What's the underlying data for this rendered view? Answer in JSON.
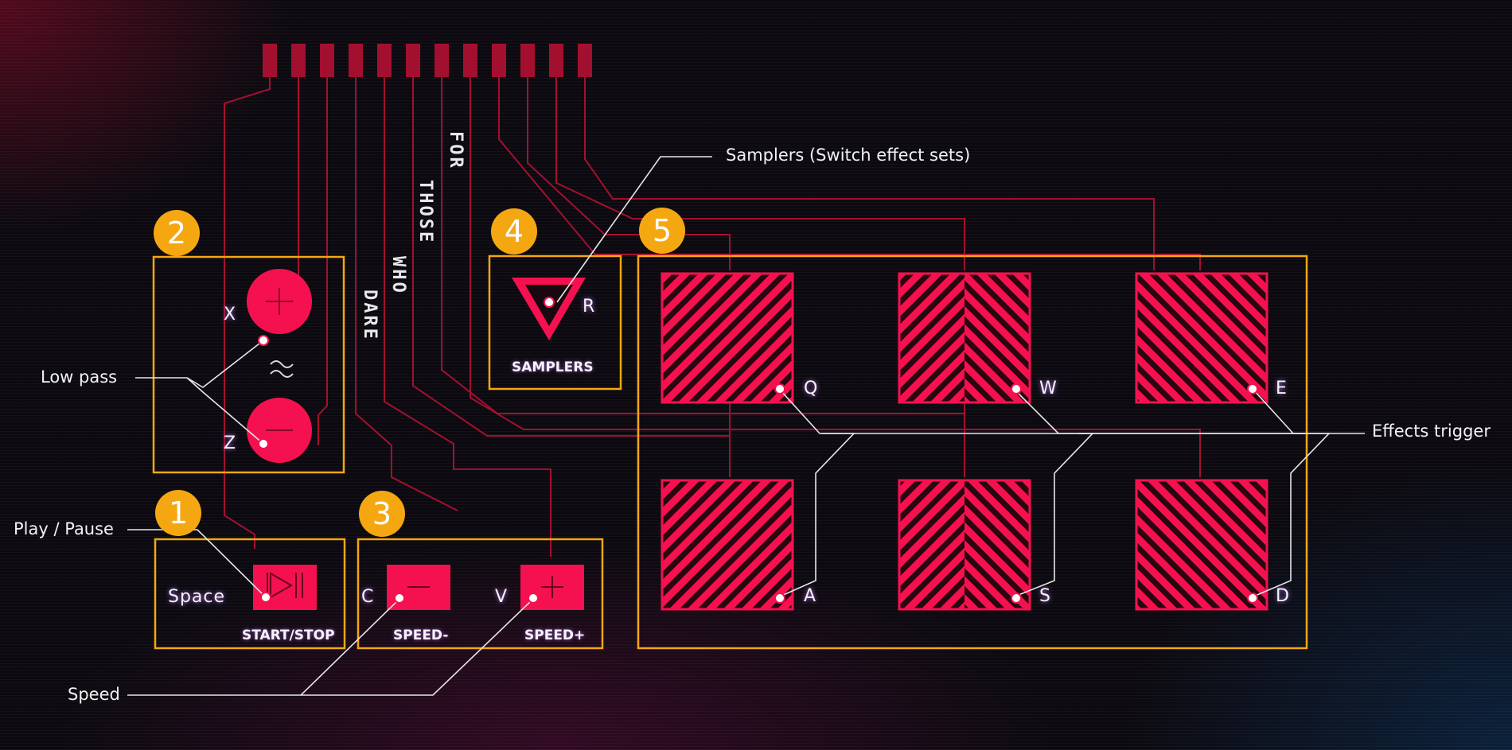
{
  "callouts": {
    "low_pass": "Low pass",
    "play_pause": "Play / Pause",
    "speed": "Speed",
    "samplers": "Samplers (Switch effect sets)",
    "effects_trigger": "Effects trigger"
  },
  "badges": [
    "1",
    "2",
    "3",
    "4",
    "5"
  ],
  "slogan": [
    "FOR",
    "THOSE",
    "WHO",
    "DARE"
  ],
  "keys": {
    "x": "X",
    "z": "Z",
    "space": "Space",
    "c": "C",
    "v": "V",
    "r": "R",
    "q": "Q",
    "w": "W",
    "e": "E",
    "a": "A",
    "s": "S",
    "d": "D"
  },
  "captions": {
    "start_stop": "START/STOP",
    "speed_minus": "SPEED-",
    "speed_plus": "SPEED+",
    "samplers": "SAMPLERS"
  },
  "colors": {
    "accent": "#f5114f",
    "trace": "#b3143c",
    "frame": "#f5a712",
    "leader": "#e8e8e8"
  },
  "icons": {
    "plus": "plus-icon",
    "minus": "minus-icon",
    "low_pass": "tilde-icon",
    "play_pause": "play-pause-icon",
    "sampler": "triangle-icon"
  }
}
